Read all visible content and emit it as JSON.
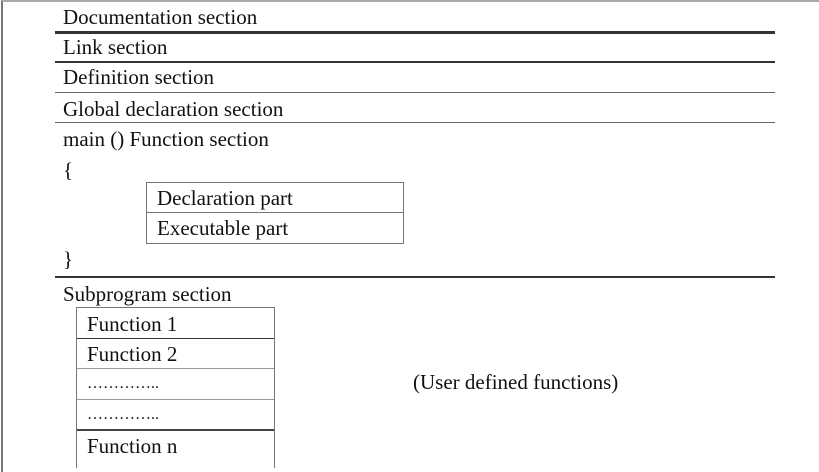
{
  "sections": {
    "documentation": "Documentation section",
    "link": "Link section",
    "definition": "Definition section",
    "global": "Global declaration section",
    "main": "main () Function section",
    "open_brace": "{",
    "close_brace": "}",
    "subprogram": "Subprogram section"
  },
  "main_parts": [
    "Declaration part",
    "Executable part"
  ],
  "functions": [
    "Function 1",
    "Function 2",
    "…………..",
    "…………..",
    "Function n"
  ],
  "note": "(User defined functions)"
}
